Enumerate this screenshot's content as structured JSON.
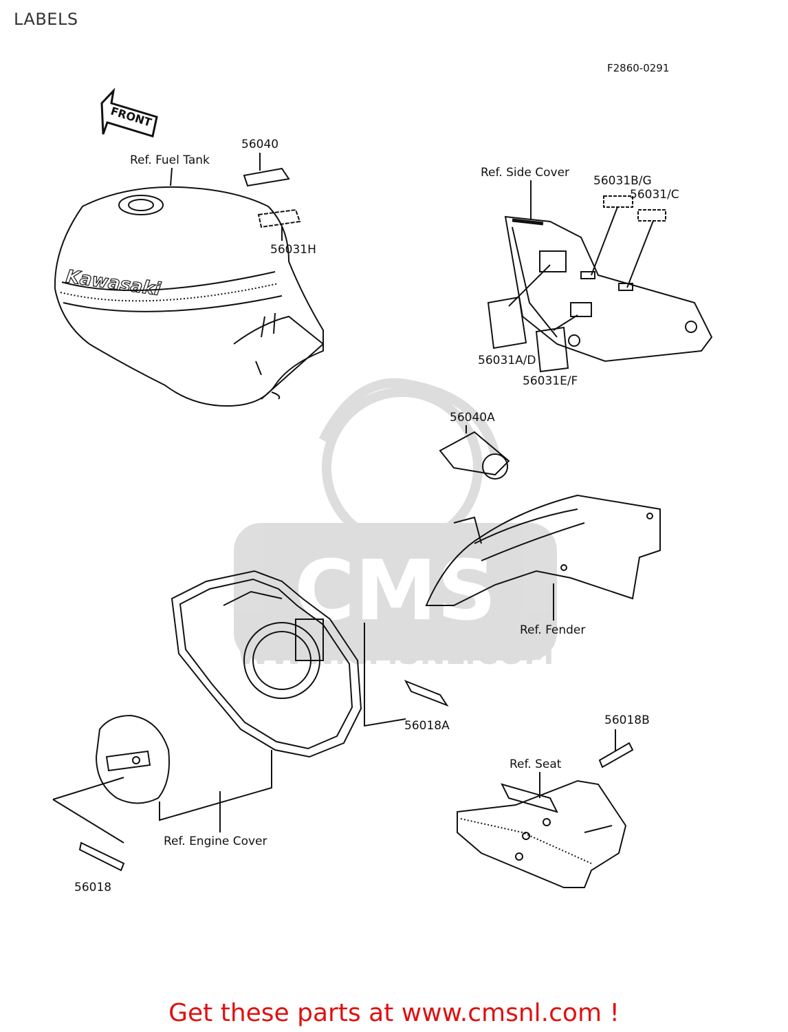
{
  "page": {
    "title": "LABELS",
    "figure_code": "F2860-0291"
  },
  "front_arrow": {
    "label": "FRONT"
  },
  "tank": {
    "brand": "Kawasaki"
  },
  "watermark": {
    "brand": "CMS",
    "url": "WWW.CMSNL.COM"
  },
  "refs": {
    "fuel_tank": "Ref. Fuel Tank",
    "side_cover": "Ref. Side Cover",
    "fender": "Ref. Fender",
    "engine_cover": "Ref. Engine Cover",
    "seat": "Ref. Seat"
  },
  "parts": {
    "p56040": "56040",
    "p56031H": "56031H",
    "p56031BG": "56031B/G",
    "p56031C": "56031/C",
    "p56031AD": "56031A/D",
    "p56031EF": "56031E/F",
    "p56040A": "56040A",
    "p56018A": "56018A",
    "p56018B": "56018B",
    "p56018": "56018"
  },
  "cta": {
    "text": "Get these parts at www.cmsnl.com !",
    "color": "#e01010"
  }
}
